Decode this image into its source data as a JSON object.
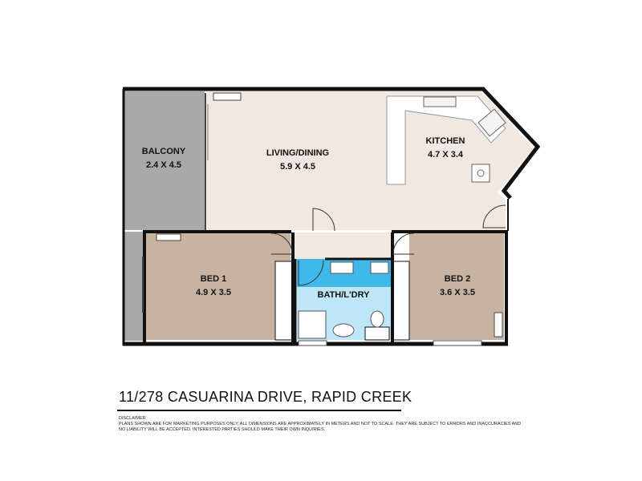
{
  "rooms": [
    {
      "id": "balcony",
      "name": "BALCONY",
      "size": "2.4 X 4.5"
    },
    {
      "id": "living",
      "name": "LIVING/DINING",
      "size": "5.9 X 4.5"
    },
    {
      "id": "kitchen",
      "name": "KITCHEN",
      "size": "4.7 X 3.4"
    },
    {
      "id": "bed1",
      "name": "BED 1",
      "size": "4.9 X 3.5"
    },
    {
      "id": "bath",
      "name": "BATH/L'DRY",
      "size": ""
    },
    {
      "id": "bed2",
      "name": "BED 2",
      "size": "3.6 X 3.5"
    }
  ],
  "address": "11/278 CASUARINA DRIVE, RAPID CREEK",
  "disclaimer": {
    "title": "DISCLAIMER",
    "text": "PLANS SHOWN ARE FOR MARKETING PURPOSES ONLY, ALL DIMENSIONS ARE APPROXIMATELY IN METERS AND NOT TO SCALE. THEY ARE SUBJECT TO ERRORS AND INACCURACIES AND NO LIABILITY WILL BE ACCEPTED. INTERESTED PARTIES SHOULD MAKE THEIR OWN INQUIRIES."
  },
  "colors": {
    "balcony": "#a9a9a9",
    "living": "#f1e8e2",
    "bedroom": "#c8b3a0",
    "bath": "#3fb8ea",
    "wall": "#111111"
  }
}
